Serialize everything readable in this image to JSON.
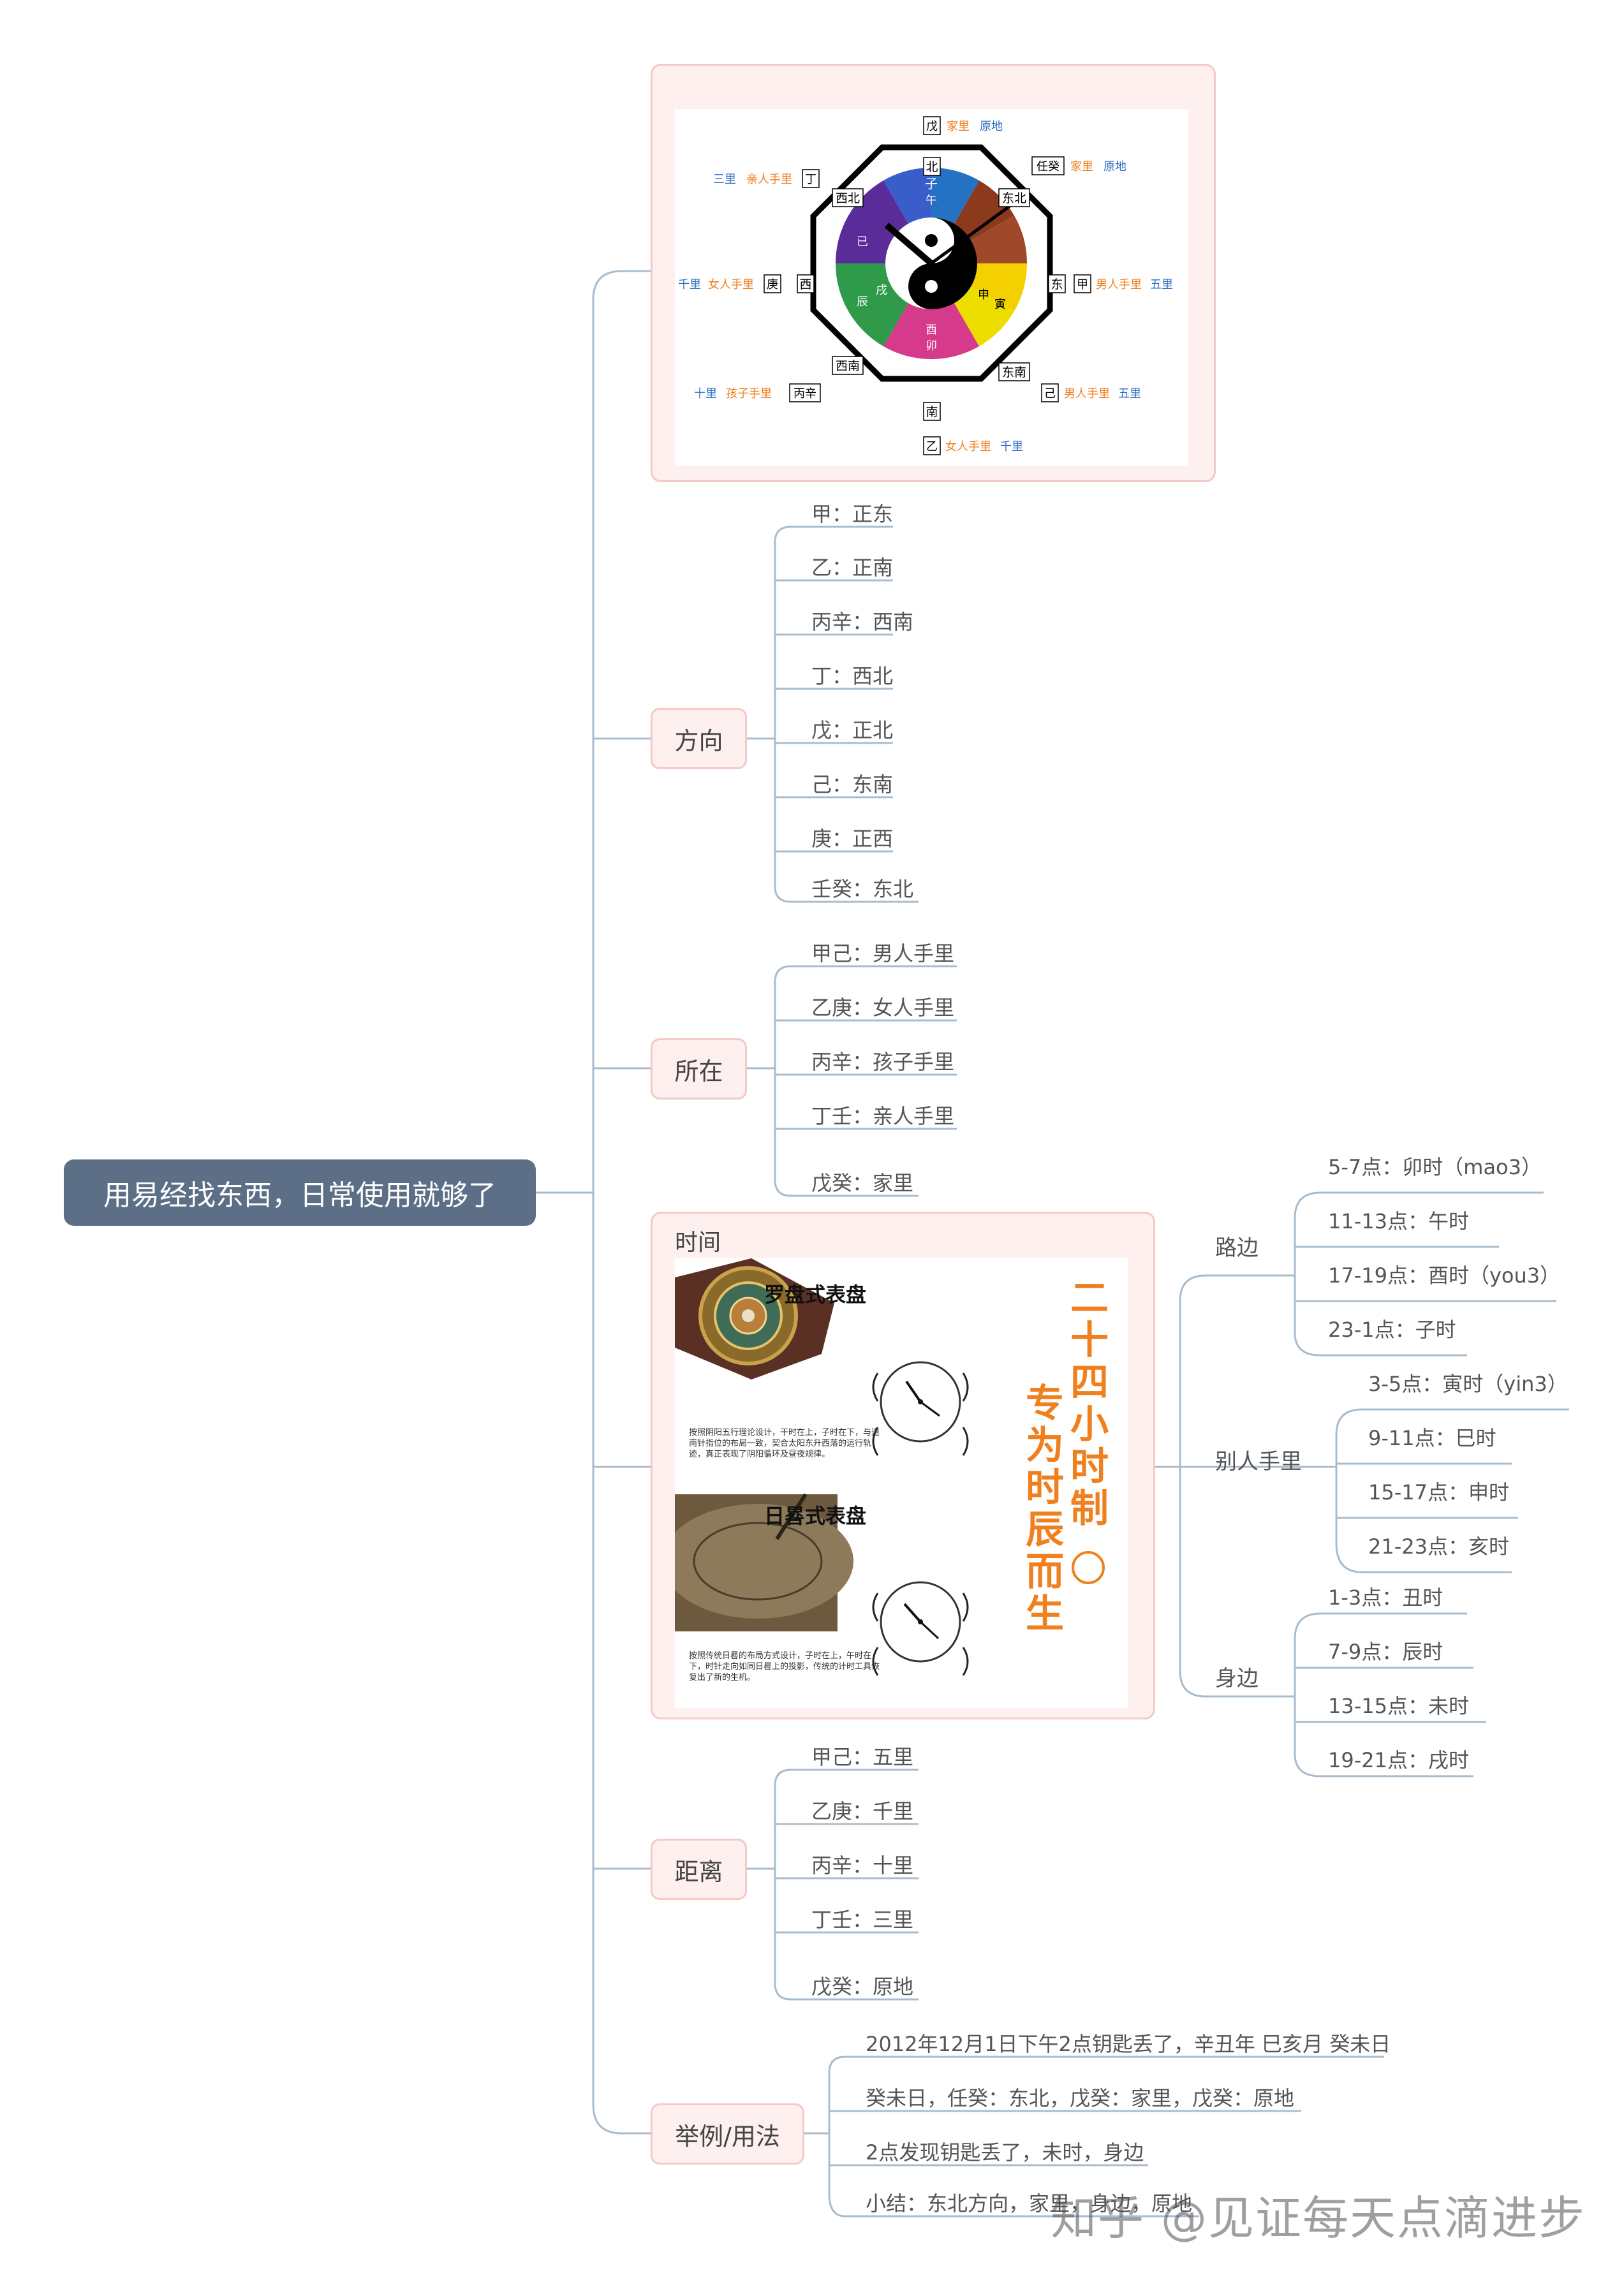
{
  "root": "用易经找东西，日常使用就够了",
  "bagua": {
    "center_top": "北",
    "center_bottom": "南",
    "center_left": "西",
    "center_right": "东",
    "corners": [
      "西北",
      "东北",
      "西南",
      "东南"
    ],
    "outer": [
      {
        "stem": "戊",
        "labels": [
          "家里",
          "原地"
        ]
      },
      {
        "stem": "任癸",
        "labels": [
          "家里",
          "原地"
        ]
      },
      {
        "stem": "丁",
        "labels": [
          "三里",
          "亲人手里"
        ]
      },
      {
        "stem": "甲",
        "labels": [
          "男人手里",
          "五里"
        ]
      },
      {
        "stem": "庚",
        "labels": [
          "千里",
          "女人手里"
        ]
      },
      {
        "stem": "丙辛",
        "labels": [
          "十里",
          "孩子手里"
        ]
      },
      {
        "stem": "己",
        "labels": [
          "男人手里",
          "五里"
        ]
      },
      {
        "stem": "乙",
        "labels": [
          "女人手里",
          "千里"
        ]
      }
    ],
    "branches": [
      "子",
      "午",
      "卯",
      "酉",
      "已",
      "申",
      "寅",
      "辰",
      "戌"
    ]
  },
  "direction": {
    "title": "方向",
    "items": [
      "甲：正东",
      "乙：正南",
      "丙辛：西南",
      "丁：西北",
      "戊：正北",
      "己：东南",
      "庚：正西",
      "壬癸：东北"
    ]
  },
  "location": {
    "title": "所在",
    "items": [
      "甲己：男人手里",
      "乙庚：女人手里",
      "丙辛：孩子手里",
      "丁壬：亲人手里",
      "戊癸：家里"
    ]
  },
  "time": {
    "title": "时间",
    "poster": {
      "heading1": "罗盘式表盘",
      "heading2": "日晷式表盘",
      "slogan1": "二十四小时制",
      "slogan2": "专为时辰而生",
      "caption1": "按照阴阳五行理论设计，干时在上，子时在下，与道南针指位的布局一致，契合太阳东升西落的运行轨迹，真正表现了阴阳循环及昼夜规律。",
      "caption2": "按照传统日晷的布局方式设计，子时在上，午时在下，时针走向如同日晷上的投影，传统的计时工具恢复出了新的生机。"
    },
    "groups": [
      {
        "name": "路边",
        "items": [
          "5-7点：卯时（mao3）",
          "11-13点：午时",
          "17-19点：酉时（you3）",
          "23-1点：子时"
        ]
      },
      {
        "name": "别人手里",
        "items": [
          "3-5点：寅时（yin3）",
          "9-11点：巳时",
          "15-17点：申时",
          "21-23点：亥时"
        ]
      },
      {
        "name": "身边",
        "items": [
          "1-3点：丑时",
          "7-9点：辰时",
          "13-15点：未时",
          "19-21点：戌时"
        ]
      }
    ]
  },
  "distance": {
    "title": "距离",
    "items": [
      "甲己：五里",
      "乙庚：千里",
      "丙辛：十里",
      "丁壬：三里",
      "戊癸：原地"
    ]
  },
  "example": {
    "title": "举例/用法",
    "items": [
      "2012年12月1日下午2点钥匙丢了，辛丑年 巳亥月 癸未日",
      "癸未日，任癸：东北，戊癸：家里，戊癸：原地",
      "2点发现钥匙丢了，未时，身边",
      "小结：东北方向，家里，身边，原地"
    ]
  },
  "watermark": "知乎 @见证每天点滴进步",
  "colors": {
    "root": "#5c6f86",
    "topic_bg": "#fdf0ef",
    "topic_border": "#f4c9c6",
    "line": "#a9bccd",
    "accent": "#f07f1e",
    "blue": "#2d6fc5"
  }
}
